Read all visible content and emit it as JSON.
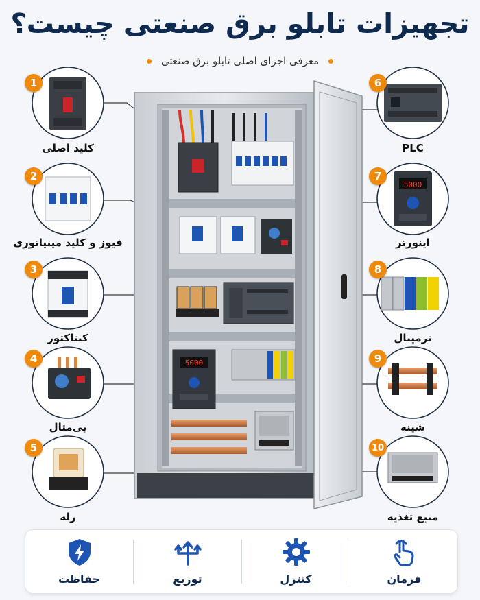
{
  "header": {
    "title": "تجهیزات تابلو برق صنعتی چیست؟",
    "subtitle": "معرفی اجزای اصلی تابلو برق صنعتی"
  },
  "components": [
    {
      "number": "1",
      "label": "کلید اصلی",
      "icon": "main-switch-icon"
    },
    {
      "number": "2",
      "label": "فیوز و کلید مینیاتوری",
      "icon": "miniature-breaker-icon"
    },
    {
      "number": "3",
      "label": "کنتاکتور",
      "icon": "contactor-icon"
    },
    {
      "number": "4",
      "label": "بی‌متال",
      "icon": "thermal-overload-icon"
    },
    {
      "number": "5",
      "label": "رله",
      "icon": "relay-icon"
    },
    {
      "number": "6",
      "label": "PLC",
      "icon": "plc-icon"
    },
    {
      "number": "7",
      "label": "اینورتر",
      "icon": "inverter-icon"
    },
    {
      "number": "8",
      "label": "ترمینال",
      "icon": "terminal-block-icon"
    },
    {
      "number": "9",
      "label": "شینه",
      "icon": "busbar-icon"
    },
    {
      "number": "10",
      "label": "منبع تغذیه",
      "icon": "power-supply-icon"
    }
  ],
  "features": [
    {
      "label": "حفاظت",
      "icon": "shield-bolt-icon"
    },
    {
      "label": "توزیع",
      "icon": "distribution-tree-icon"
    },
    {
      "label": "کنترل",
      "icon": "gear-icon"
    },
    {
      "label": "فرمان",
      "icon": "hand-pointer-icon"
    }
  ],
  "colors": {
    "accent": "#f08a0c",
    "navy": "#0f2a4f",
    "breaker_blue": "#1e55b3",
    "terminal_green": "#8bbf2e",
    "terminal_yellow": "#f2d100"
  },
  "inverter_display": "5000"
}
